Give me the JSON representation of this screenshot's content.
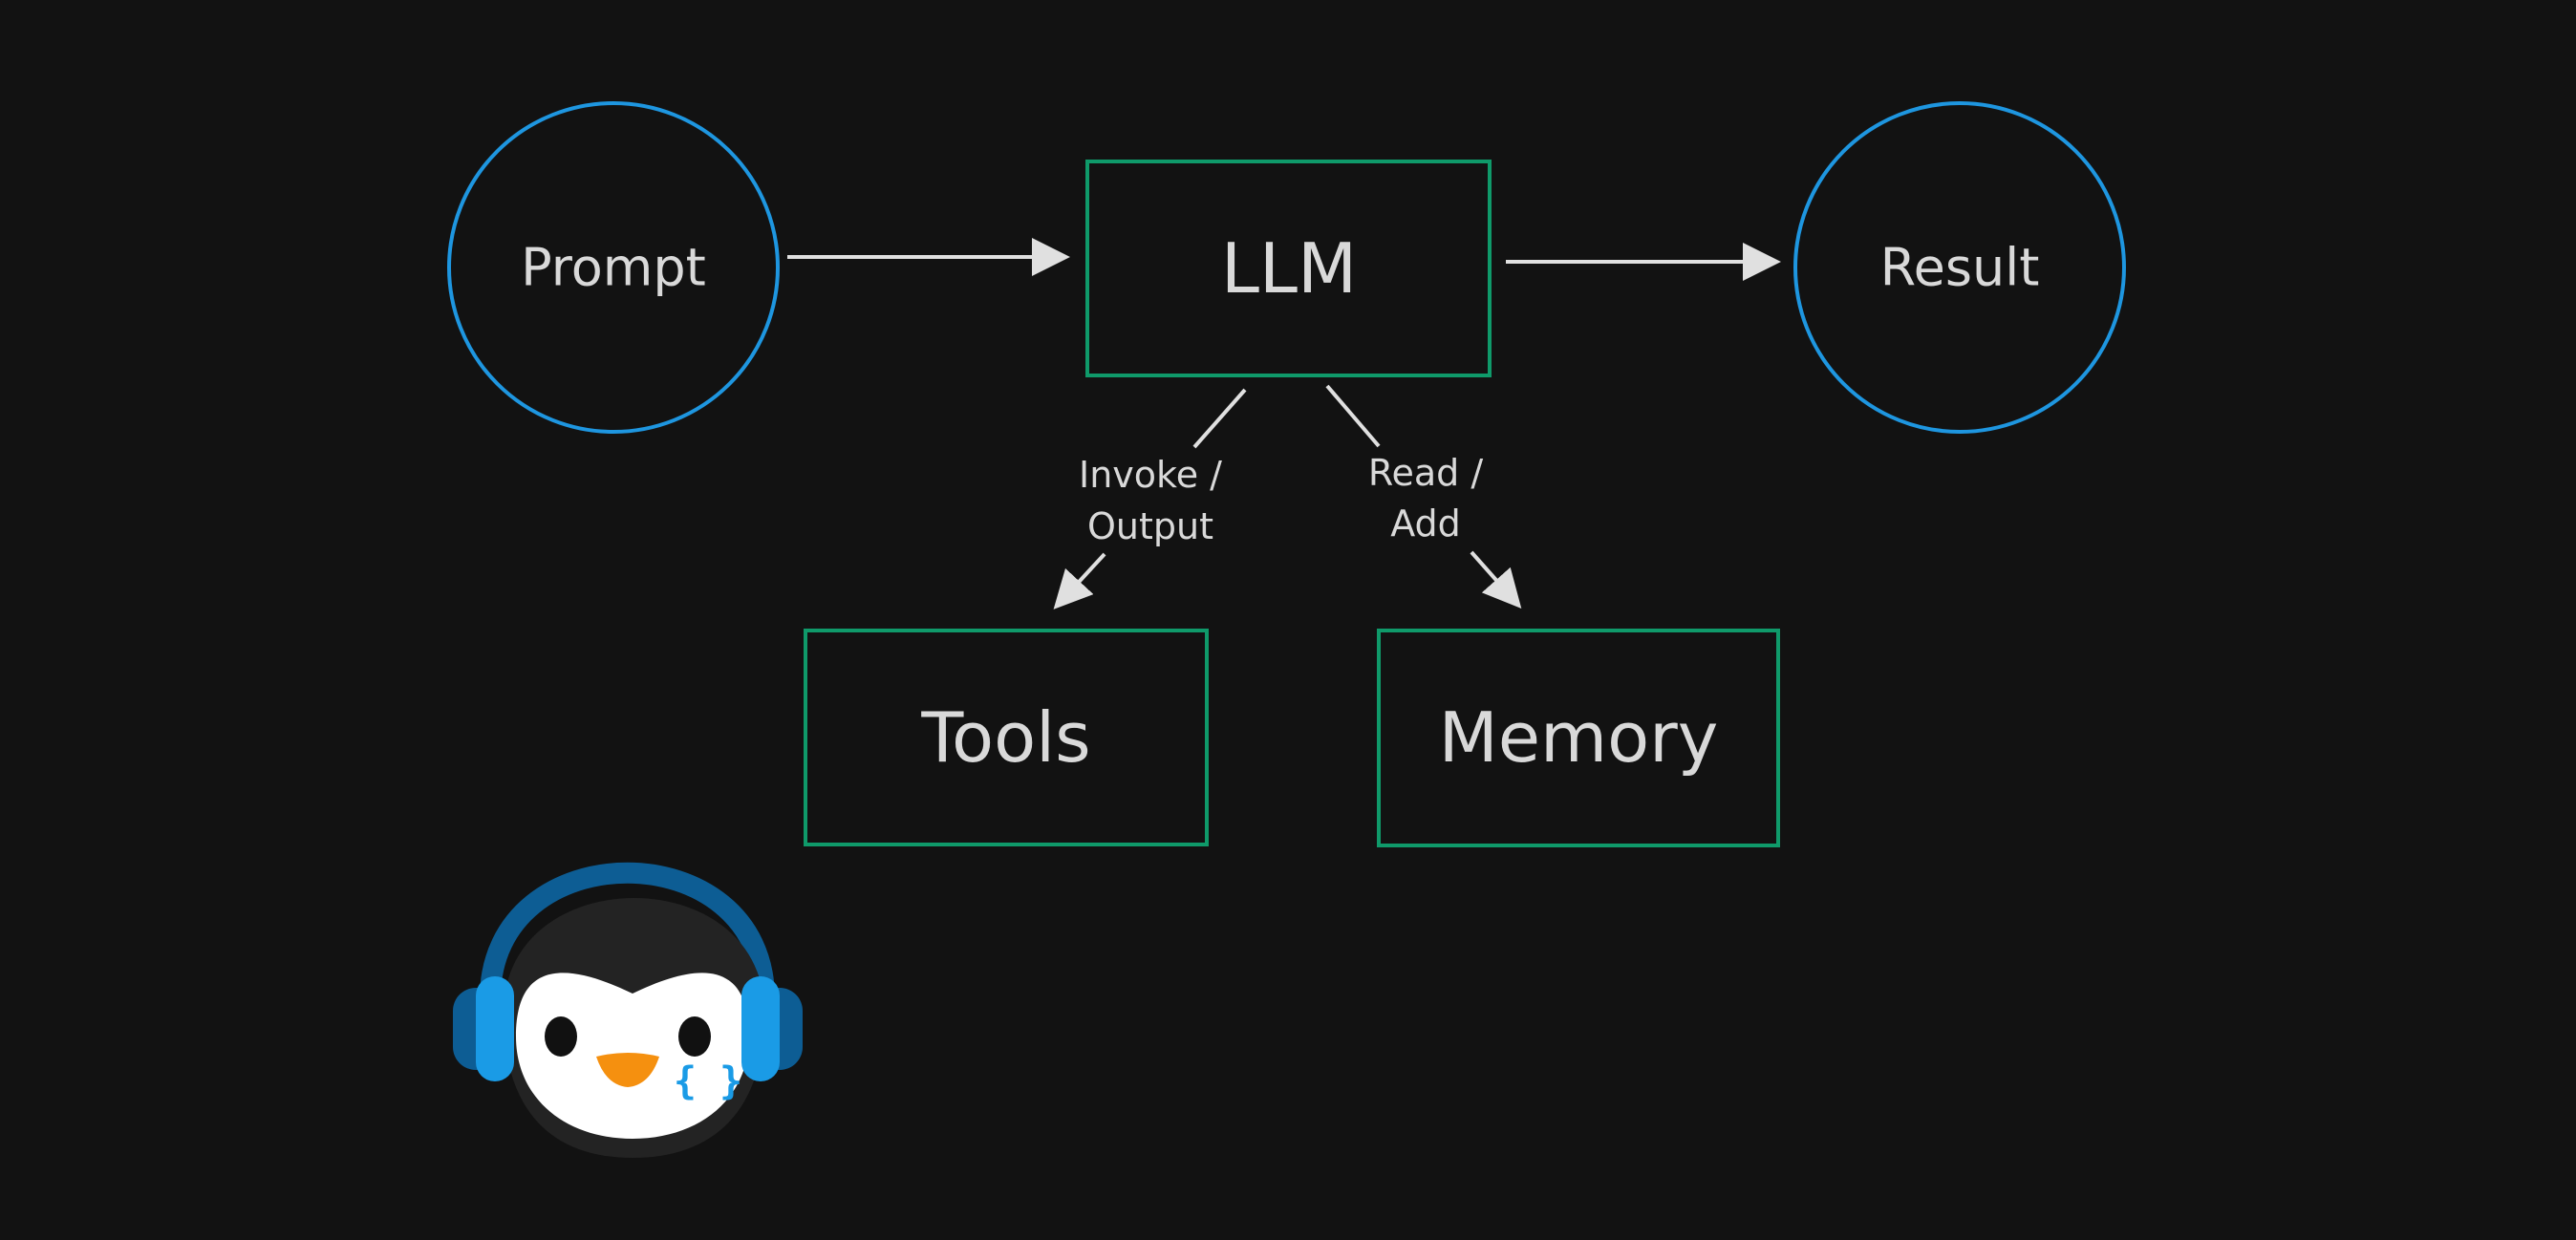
{
  "diagram": {
    "nodes": {
      "prompt": {
        "label": "Prompt"
      },
      "llm": {
        "label": "LLM"
      },
      "result": {
        "label": "Result"
      },
      "tools": {
        "label": "Tools"
      },
      "memory": {
        "label": "Memory"
      }
    },
    "edges": {
      "tools_label_line1": "Invoke /",
      "tools_label_line2": "Output",
      "memory_label_line1": "Read /",
      "memory_label_line2": "Add"
    }
  },
  "mascot": {
    "icon": "penguin-headphones-icon",
    "badge": "{ }"
  },
  "colors": {
    "background": "#121212",
    "circle_stroke": "#1e96e0",
    "box_stroke": "#0f9a6a",
    "arrow": "#e0e0e0",
    "text": "#d9d9d9",
    "headphone_dark": "#0d5d94",
    "headphone_light": "#1a9be6",
    "beak": "#f5900f"
  }
}
